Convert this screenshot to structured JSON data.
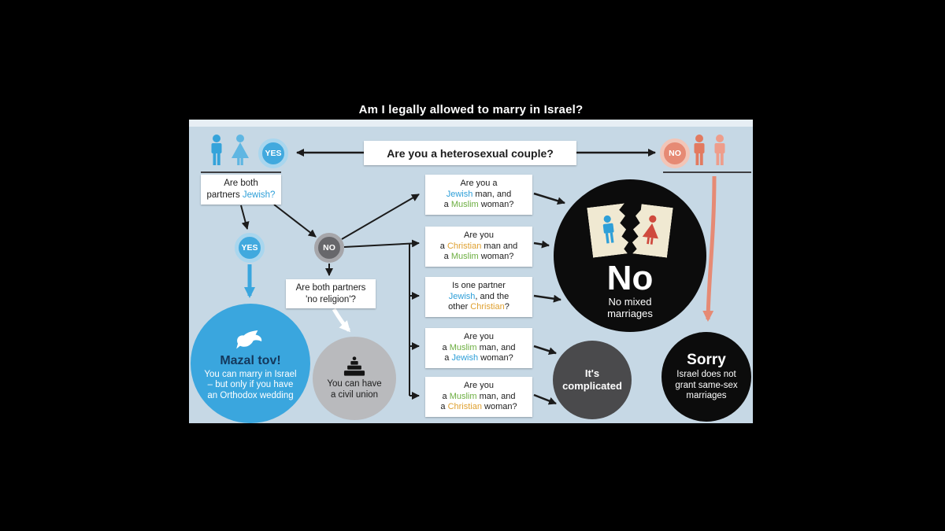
{
  "title": "Am I legally allowed to marry in Israel?",
  "colors": {
    "jewish": "#2e9fd8",
    "muslim": "#6cae40",
    "christian": "#dfa02f"
  },
  "top_question": {
    "text": "Are you a heterosexual couple?",
    "yes": "YES",
    "no": "NO"
  },
  "jewish_branch": {
    "question_lines": [
      "Are both",
      [
        {
          "t": "partners "
        },
        {
          "t": "Jewish?",
          "c": "jewish"
        }
      ]
    ],
    "yes": "YES",
    "no": "NO"
  },
  "mazal": {
    "title": "Mazal tov!",
    "body": "You can marry in Israel – but only if you have an Orthodox wedding"
  },
  "no_religion": {
    "question_lines": [
      "Are both partners",
      "'no religion'?"
    ],
    "result_lines": [
      "You can have",
      "a civil union"
    ]
  },
  "mixed_questions": [
    {
      "lines": [
        "Are you a",
        [
          {
            "t": "Jewish",
            "c": "jewish"
          },
          {
            "t": " man, and"
          }
        ],
        [
          {
            "t": "a "
          },
          {
            "t": "Muslim",
            "c": "muslim"
          },
          {
            "t": " woman?"
          }
        ]
      ]
    },
    {
      "lines": [
        "Are you",
        [
          {
            "t": "a "
          },
          {
            "t": "Christian",
            "c": "christian"
          },
          {
            "t": " man and"
          }
        ],
        [
          {
            "t": "a "
          },
          {
            "t": "Muslim",
            "c": "muslim"
          },
          {
            "t": " woman?"
          }
        ]
      ]
    },
    {
      "lines": [
        "Is one partner",
        [
          {
            "t": "Jewish",
            "c": "jewish"
          },
          {
            "t": ", and the"
          }
        ],
        [
          {
            "t": "other "
          },
          {
            "t": "Christian",
            "c": "christian"
          },
          {
            "t": "?"
          }
        ]
      ]
    },
    {
      "lines": [
        "Are you",
        [
          {
            "t": "a "
          },
          {
            "t": "Muslim",
            "c": "muslim"
          },
          {
            "t": " man, and"
          }
        ],
        [
          {
            "t": "a "
          },
          {
            "t": "Jewish",
            "c": "jewish"
          },
          {
            "t": " woman?"
          }
        ]
      ]
    },
    {
      "lines": [
        "Are you",
        [
          {
            "t": "a "
          },
          {
            "t": "Muslim",
            "c": "muslim"
          },
          {
            "t": " man, and"
          }
        ],
        [
          {
            "t": "a "
          },
          {
            "t": "Christian",
            "c": "christian"
          },
          {
            "t": " woman?"
          }
        ]
      ]
    }
  ],
  "outcomes": {
    "no_mixed": {
      "big": "No",
      "sub": "No mixed marriages"
    },
    "complicated": "It's complicated",
    "sorry": {
      "title": "Sorry",
      "body": "Israel does not grant same-sex marriages"
    }
  },
  "icons": {
    "hetero_couple": "man-and-woman-pictogram",
    "same_sex_couple": "two-men-pictogram",
    "dove": "dove-pictogram",
    "cake": "wedding-cake-pictogram",
    "torn_photo": "torn-wedding-photo-pictogram"
  }
}
